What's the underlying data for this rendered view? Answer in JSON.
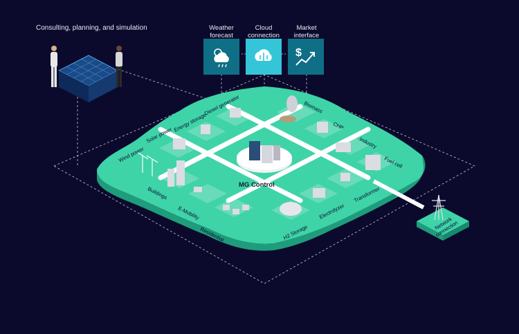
{
  "header": {
    "title": "Consulting, planning, and simulation"
  },
  "services": [
    {
      "label_line1": "Weather",
      "label_line2": "forecast",
      "icon": "weather-icon",
      "color": "#0f6f86"
    },
    {
      "label_line1": "Cloud",
      "label_line2": "connection",
      "icon": "cloud-icon",
      "color": "#35c5d8"
    },
    {
      "label_line1": "Market",
      "label_line2": "interface",
      "icon": "market-icon",
      "color": "#0f6f86"
    }
  ],
  "center": {
    "label": "MG Control"
  },
  "components": [
    "Wind power",
    "Solar power",
    "Energy storage",
    "Diesel generator",
    "Biomass",
    "CHP",
    "Industry",
    "Fuel cell",
    "Transformer",
    "Electrolyzer",
    "H2 Storage",
    "Residential",
    "E-Mobility",
    "Buildings"
  ],
  "network": {
    "line1": "Network",
    "line2": "connection"
  },
  "colors": {
    "background": "#0b0a2c",
    "island": "#3fd3a8",
    "island_dark": "#1f9c7b",
    "tile": "#8ce3c8"
  }
}
